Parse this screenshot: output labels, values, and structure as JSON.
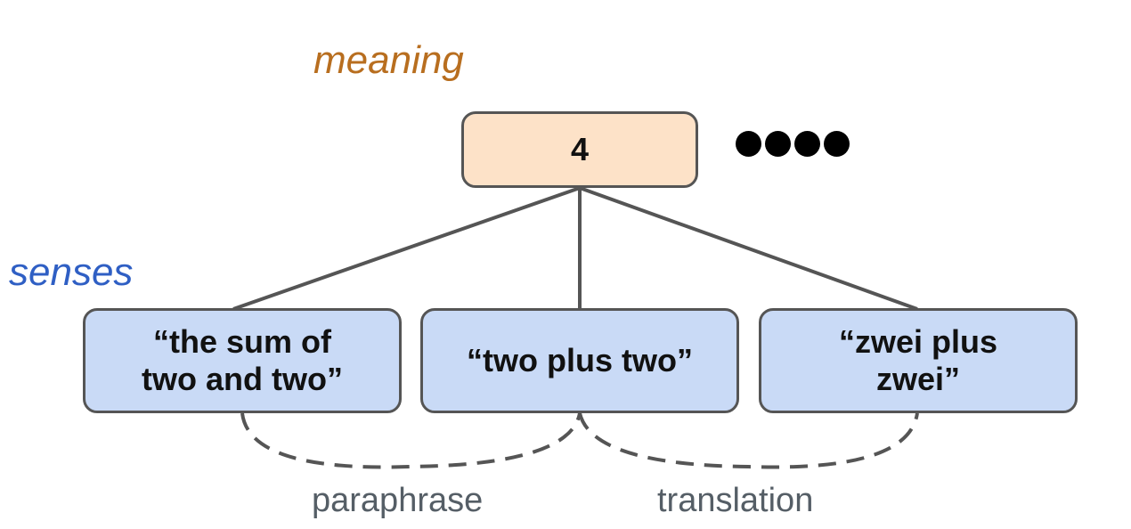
{
  "labels": {
    "meaning": "meaning",
    "senses": "senses"
  },
  "meaning_node": {
    "text": "4"
  },
  "ellipsis_count": 4,
  "senses": [
    {
      "lines": [
        "“the sum of",
        "two and two”"
      ]
    },
    {
      "lines": [
        "“two plus two”"
      ]
    },
    {
      "lines": [
        "“zwei plus",
        "zwei”"
      ]
    }
  ],
  "relations": {
    "paraphrase": "paraphrase",
    "translation": "translation"
  },
  "colors": {
    "meaning_label": "#b86e1f",
    "senses_label": "#2f5fc4",
    "meaning_fill": "#fde2c8",
    "sense_fill": "#c9daf6",
    "edge": "#555555",
    "relation_text": "#555e66"
  }
}
